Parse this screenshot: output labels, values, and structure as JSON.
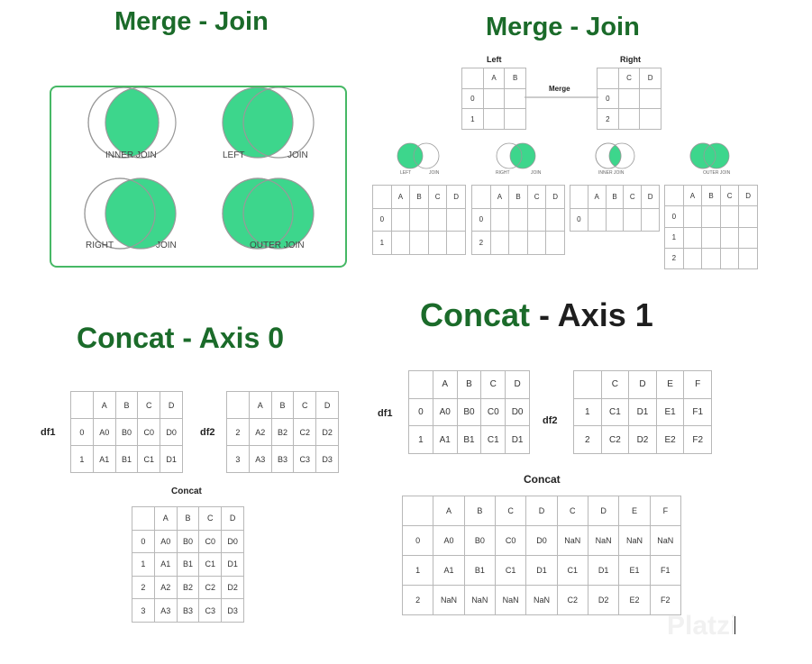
{
  "merge_join": {
    "title": "Merge - Join",
    "venn": [
      {
        "labels": [
          "INNER JOIN"
        ],
        "kind": "inner"
      },
      {
        "labels": [
          "LEFT",
          "JOIN"
        ],
        "kind": "left"
      },
      {
        "labels": [
          "RIGHT",
          "JOIN"
        ],
        "kind": "right"
      },
      {
        "labels": [
          "OUTER JOIN"
        ],
        "kind": "outer"
      }
    ]
  },
  "merge_join_right": {
    "title": "Merge - Join",
    "left_label": "Left",
    "right_label": "Right",
    "merge_label": "Merge",
    "left_table": [
      [
        "",
        "A",
        "B"
      ],
      [
        "0",
        "",
        ""
      ],
      [
        "1",
        "",
        ""
      ]
    ],
    "right_table": [
      [
        "",
        "C",
        "D"
      ],
      [
        "0",
        "",
        ""
      ],
      [
        "2",
        "",
        ""
      ]
    ],
    "mini_venns": [
      {
        "kind": "left",
        "labels": [
          "LEFT",
          "JOIN"
        ]
      },
      {
        "kind": "right",
        "labels": [
          "RIGHT",
          "JOIN"
        ]
      },
      {
        "kind": "inner",
        "labels": [
          "INNER JOIN"
        ]
      },
      {
        "kind": "outer",
        "labels": [
          "OUTER JOIN"
        ]
      }
    ],
    "result_tables": [
      [
        [
          "",
          "A",
          "B",
          "C",
          "D"
        ],
        [
          "0",
          "",
          "",
          "",
          ""
        ],
        [
          "1",
          "",
          "",
          "",
          ""
        ]
      ],
      [
        [
          "",
          "A",
          "B",
          "C",
          "D"
        ],
        [
          "0",
          "",
          "",
          "",
          ""
        ],
        [
          "2",
          "",
          "",
          "",
          ""
        ]
      ],
      [
        [
          "",
          "A",
          "B",
          "C",
          "D"
        ],
        [
          "0",
          "",
          "",
          "",
          ""
        ]
      ],
      [
        [
          "",
          "A",
          "B",
          "C",
          "D"
        ],
        [
          "0",
          "",
          "",
          "",
          ""
        ],
        [
          "1",
          "",
          "",
          "",
          ""
        ],
        [
          "2",
          "",
          "",
          "",
          ""
        ]
      ]
    ]
  },
  "concat_axis0": {
    "title": "Concat - Axis 0",
    "df1_label": "df1",
    "df2_label": "df2",
    "concat_label": "Concat",
    "df1": [
      [
        "",
        "A",
        "B",
        "C",
        "D"
      ],
      [
        "0",
        "A0",
        "B0",
        "C0",
        "D0"
      ],
      [
        "1",
        "A1",
        "B1",
        "C1",
        "D1"
      ]
    ],
    "df2": [
      [
        "",
        "A",
        "B",
        "C",
        "D"
      ],
      [
        "2",
        "A2",
        "B2",
        "C2",
        "D2"
      ],
      [
        "3",
        "A3",
        "B3",
        "C3",
        "D3"
      ]
    ],
    "result": [
      [
        "",
        "A",
        "B",
        "C",
        "D"
      ],
      [
        "0",
        "A0",
        "B0",
        "C0",
        "D0"
      ],
      [
        "1",
        "A1",
        "B1",
        "C1",
        "D1"
      ],
      [
        "2",
        "A2",
        "B2",
        "C2",
        "D2"
      ],
      [
        "3",
        "A3",
        "B3",
        "C3",
        "D3"
      ]
    ]
  },
  "concat_axis1": {
    "title_part1": "Concat",
    "title_part2": " - Axis 1",
    "df1_label": "df1",
    "df2_label": "df2",
    "concat_label": "Concat",
    "df1": [
      [
        "",
        "A",
        "B",
        "C",
        "D"
      ],
      [
        "0",
        "A0",
        "B0",
        "C0",
        "D0"
      ],
      [
        "1",
        "A1",
        "B1",
        "C1",
        "D1"
      ]
    ],
    "df2": [
      [
        "",
        "C",
        "D",
        "E",
        "F"
      ],
      [
        "1",
        "C1",
        "D1",
        "E1",
        "F1"
      ],
      [
        "2",
        "C2",
        "D2",
        "E2",
        "F2"
      ]
    ],
    "result": [
      [
        "",
        "A",
        "B",
        "C",
        "D",
        "C",
        "D",
        "E",
        "F"
      ],
      [
        "0",
        "A0",
        "B0",
        "C0",
        "D0",
        "NaN",
        "NaN",
        "NaN",
        "NaN"
      ],
      [
        "1",
        "A1",
        "B1",
        "C1",
        "D1",
        "C1",
        "D1",
        "E1",
        "F1"
      ],
      [
        "2",
        "NaN",
        "NaN",
        "NaN",
        "NaN",
        "C2",
        "D2",
        "E2",
        "F2"
      ]
    ]
  },
  "watermark": "Platzi",
  "colors": {
    "title_green": "#1b6b2a",
    "venn_fill": "#3dd68c",
    "box_border": "#46b865"
  }
}
